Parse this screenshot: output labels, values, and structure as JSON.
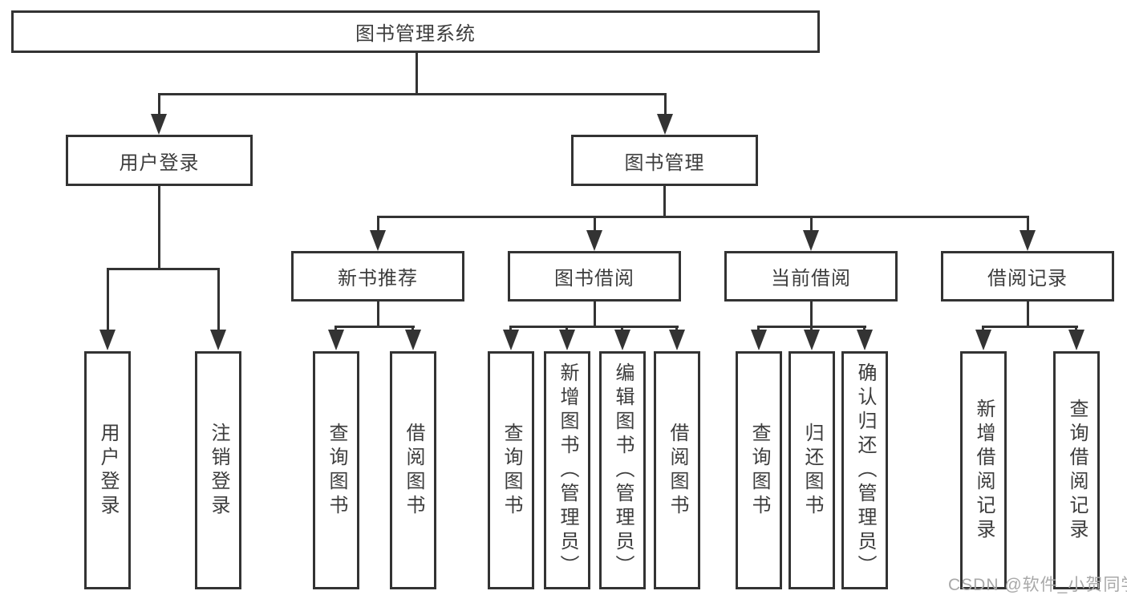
{
  "diagram": {
    "title_node": "图书管理系统",
    "level2": [
      {
        "label": "用户登录"
      },
      {
        "label": "图书管理"
      }
    ],
    "level3": [
      {
        "label": "新书推荐"
      },
      {
        "label": "图书借阅"
      },
      {
        "label": "当前借阅"
      },
      {
        "label": "借阅记录"
      }
    ],
    "groups": [
      {
        "parent": "用户登录",
        "children": [
          "用户登录",
          "注销登录"
        ]
      },
      {
        "parent": "新书推荐",
        "children": [
          "查询图书",
          "借阅图书"
        ]
      },
      {
        "parent": "图书借阅",
        "children": [
          "查询图书",
          "新增图书（管理员）",
          "编辑图书（管理员）",
          "借阅图书"
        ]
      },
      {
        "parent": "当前借阅",
        "children": [
          "查询图书",
          "归还图书",
          "确认归还（管理员）"
        ]
      },
      {
        "parent": "借阅记录",
        "children": [
          "新增借阅记录",
          "查询借阅记录"
        ]
      }
    ]
  },
  "watermark": {
    "text": "CSDN @软件_小贺同学",
    "color": "#a8a8a8"
  },
  "colors": {
    "line": "#333333",
    "box_border": "#333333",
    "text": "#3d3d3d",
    "background": "#ffffff"
  }
}
